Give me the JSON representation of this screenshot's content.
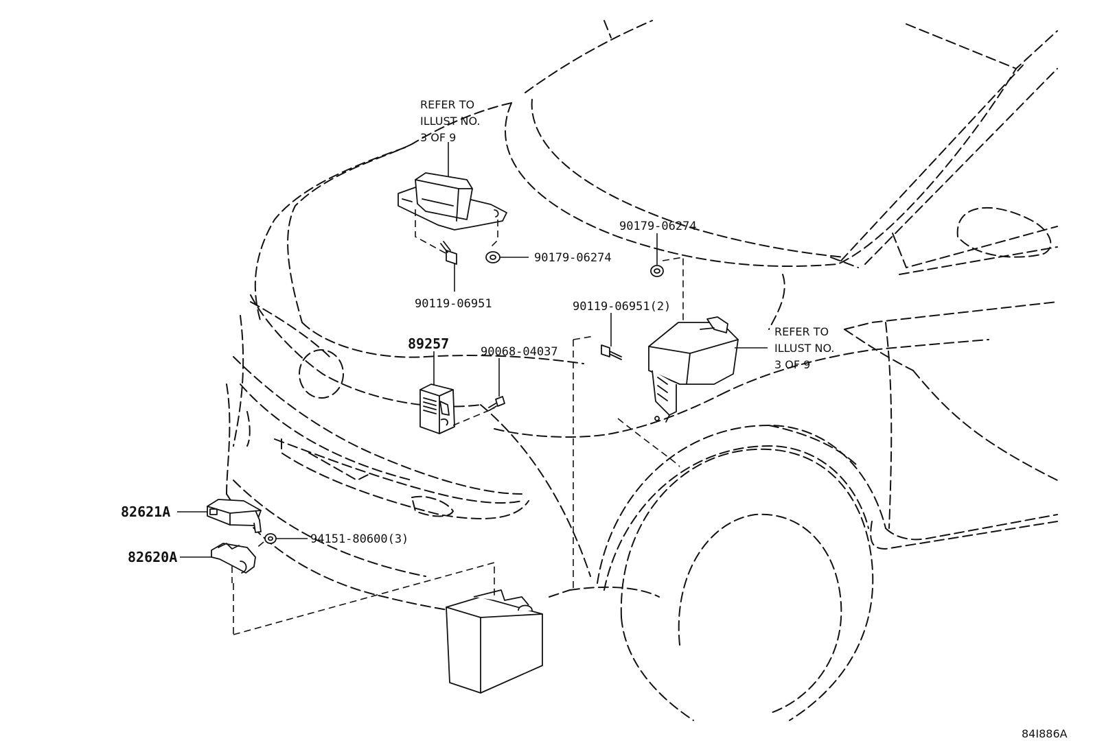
{
  "labels": {
    "p1": "90179-06274",
    "p2": "90119-06951",
    "p3": "90179-06274",
    "p4": "90119-06951(2)",
    "p5": "89257",
    "p6": "90068-04037",
    "p7": "82621A",
    "p8": "82620A",
    "p9": "94151-80600(3)"
  },
  "notes": {
    "left": [
      "REFER TO",
      "ILLUST NO.",
      "3 OF 9"
    ],
    "right": [
      "REFER TO",
      "ILLUST NO.",
      "3 OF 9"
    ]
  },
  "illustration_code": "84I886A"
}
